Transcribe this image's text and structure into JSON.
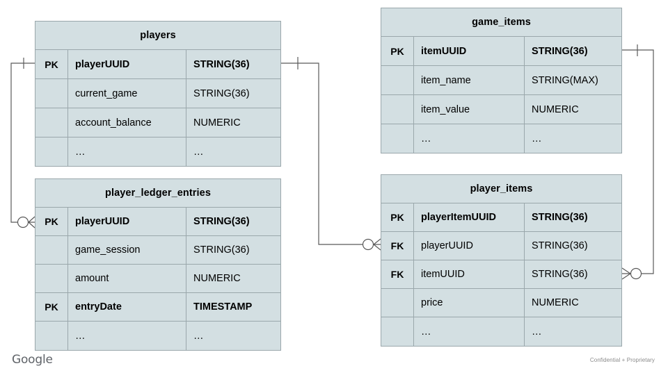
{
  "diagram": {
    "type": "entity-relationship-diagram",
    "background": "#ffffff",
    "entity_fill": "#d3dfe2",
    "entity_border": "#9aa7ab",
    "connector_color": "#595959",
    "entities": [
      {
        "id": "players",
        "title": "players",
        "columns": [
          {
            "key": "PK",
            "name": "playerUUID",
            "type": "STRING(36)",
            "bold": true
          },
          {
            "key": "",
            "name": "current_game",
            "type": "STRING(36)",
            "bold": false
          },
          {
            "key": "",
            "name": "account_balance",
            "type": "NUMERIC",
            "bold": false
          },
          {
            "key": "",
            "name": "…",
            "type": "…",
            "bold": false
          }
        ]
      },
      {
        "id": "player_ledger_entries",
        "title": "player_ledger_entries",
        "columns": [
          {
            "key": "PK",
            "name": "playerUUID",
            "type": "STRING(36)",
            "bold": true
          },
          {
            "key": "",
            "name": "game_session",
            "type": "STRING(36)",
            "bold": false
          },
          {
            "key": "",
            "name": "amount",
            "type": "NUMERIC",
            "bold": false
          },
          {
            "key": "PK",
            "name": "entryDate",
            "type": "TIMESTAMP",
            "bold": true
          },
          {
            "key": "",
            "name": "…",
            "type": "…",
            "bold": false
          }
        ]
      },
      {
        "id": "game_items",
        "title": "game_items",
        "columns": [
          {
            "key": "PK",
            "name": "itemUUID",
            "type": "STRING(36)",
            "bold": true
          },
          {
            "key": "",
            "name": "item_name",
            "type": "STRING(MAX)",
            "bold": false
          },
          {
            "key": "",
            "name": "item_value",
            "type": "NUMERIC",
            "bold": false
          },
          {
            "key": "",
            "name": "…",
            "type": "…",
            "bold": false
          }
        ]
      },
      {
        "id": "player_items",
        "title": "player_items",
        "columns": [
          {
            "key": "PK",
            "name": "playerItemUUID",
            "type": "STRING(36)",
            "bold": true
          },
          {
            "key": "FK",
            "name": "playerUUID",
            "type": "STRING(36)",
            "bold": false
          },
          {
            "key": "FK",
            "name": "itemUUID",
            "type": "STRING(36)",
            "bold": false
          },
          {
            "key": "",
            "name": "price",
            "type": "NUMERIC",
            "bold": false
          },
          {
            "key": "",
            "name": "…",
            "type": "…",
            "bold": false
          }
        ]
      }
    ],
    "relationships": [
      {
        "id": "players-to-ledger",
        "from": "players.playerUUID",
        "to": "player_ledger_entries.playerUUID",
        "from_cardinality": "one",
        "to_cardinality": "zero-or-many"
      },
      {
        "id": "players-to-player-items",
        "from": "players.playerUUID",
        "to": "player_items.playerUUID",
        "from_cardinality": "one",
        "to_cardinality": "zero-or-many"
      },
      {
        "id": "game-items-to-player-items",
        "from": "game_items.itemUUID",
        "to": "player_items.itemUUID",
        "from_cardinality": "one",
        "to_cardinality": "zero-or-many"
      }
    ]
  },
  "footer": {
    "logo_text": "Google",
    "confidentiality_notice": "Confidential + Proprietary"
  }
}
